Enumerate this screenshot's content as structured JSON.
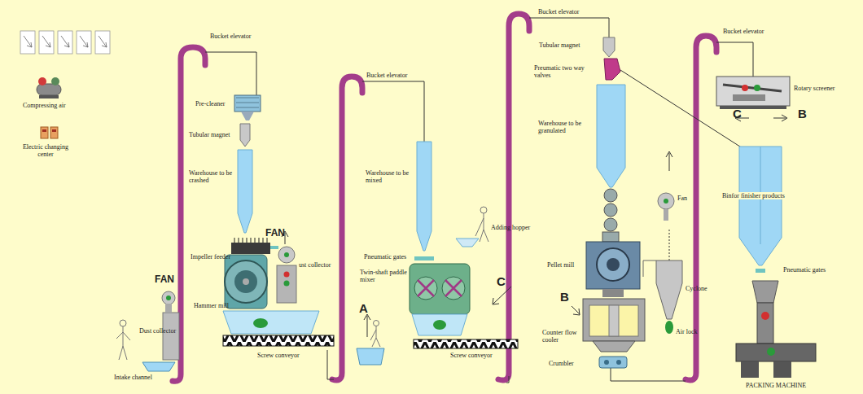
{
  "diagram": {
    "labels": [
      "Bucket elevator",
      "Pre-cleaner",
      "Tubular magnet",
      "Warehouse to be crashed",
      "Impeller feeder",
      "FAN",
      "ust collector",
      "Hammer mill",
      "FAN",
      "Dust collector",
      "Intake channel",
      "Screw conveyor",
      "Bucket elevator",
      "Warehouse to be mixed",
      "Adding hopper",
      "Pneumatic gates",
      "Twin-shaft paddle mixer",
      "A",
      "C",
      "Screw conveyor",
      "Bucket elevator",
      "Tubular magnet",
      "Preumatic two way valves",
      "Warehouse to be granulated",
      "Fan",
      "Pellet mill",
      "B",
      "Cyclone",
      "Counter flow cooler",
      "Air lock",
      "Crumbler",
      "Bucket elevator",
      "Rotary screener",
      "C",
      "B",
      "Binfor finisher products",
      "Pneumatic gates",
      "PACKING MACHINE"
    ],
    "legend": [
      {
        "text": "Compressing air"
      },
      {
        "text": "Electric changing center"
      }
    ]
  }
}
